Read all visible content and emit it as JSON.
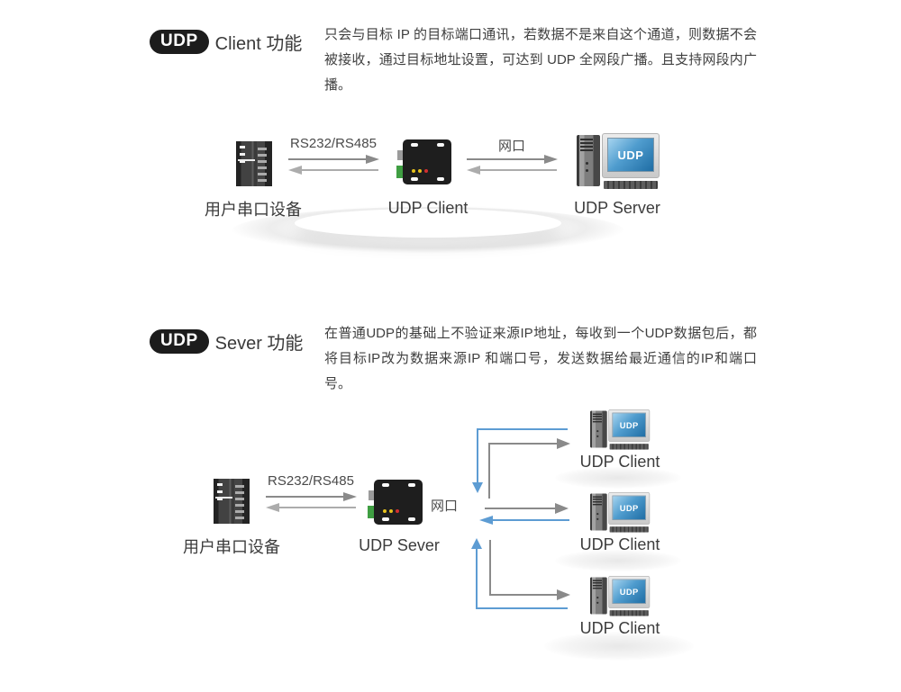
{
  "colors": {
    "badge_bg": "#1c1c1c",
    "badge_text": "#ffffff",
    "heading_text": "#3a3a3a",
    "body_text": "#404040",
    "arrow_gray": "#8a8a8a",
    "arrow_gray_light": "#acacac",
    "arrow_blue": "#5d9cd3",
    "screen_blue": "#2a7cb5",
    "connector_green": "#3f9e42",
    "led_yellow": "#e6c11c",
    "led_red": "#d22f2f"
  },
  "udp_client_section": {
    "badge_label": "UDP",
    "title": "Client 功能",
    "description": "只会与目标 IP 的目标端口通讯，若数据不是来自这个通道，则数据不会被接收，通过目标地址设置，可达到 UDP 全网段广播。且支持网段内广播。",
    "diagram": {
      "serial_device_label": "用户串口设备",
      "serial_link_label": "RS232/RS485",
      "converter_label": "UDP Client",
      "ethernet_link_label": "网口",
      "server_label": "UDP Server",
      "server_screen_text": "UDP"
    }
  },
  "udp_server_section": {
    "badge_label": "UDP",
    "title": "Sever 功能",
    "description": "在普通UDP的基础上不验证来源IP地址，每收到一个UDP数据包后，都将目标IP改为数据来源IP 和端口号，发送数据给最近通信的IP和端口号。",
    "diagram": {
      "serial_device_label": "用户串口设备",
      "serial_link_label": "RS232/RS485",
      "converter_label": "UDP Sever",
      "ethernet_link_label": "网口",
      "clients": [
        {
          "label": "UDP Client",
          "screen_text": "UDP"
        },
        {
          "label": "UDP Client",
          "screen_text": "UDP"
        },
        {
          "label": "UDP Client",
          "screen_text": "UDP"
        }
      ]
    }
  }
}
